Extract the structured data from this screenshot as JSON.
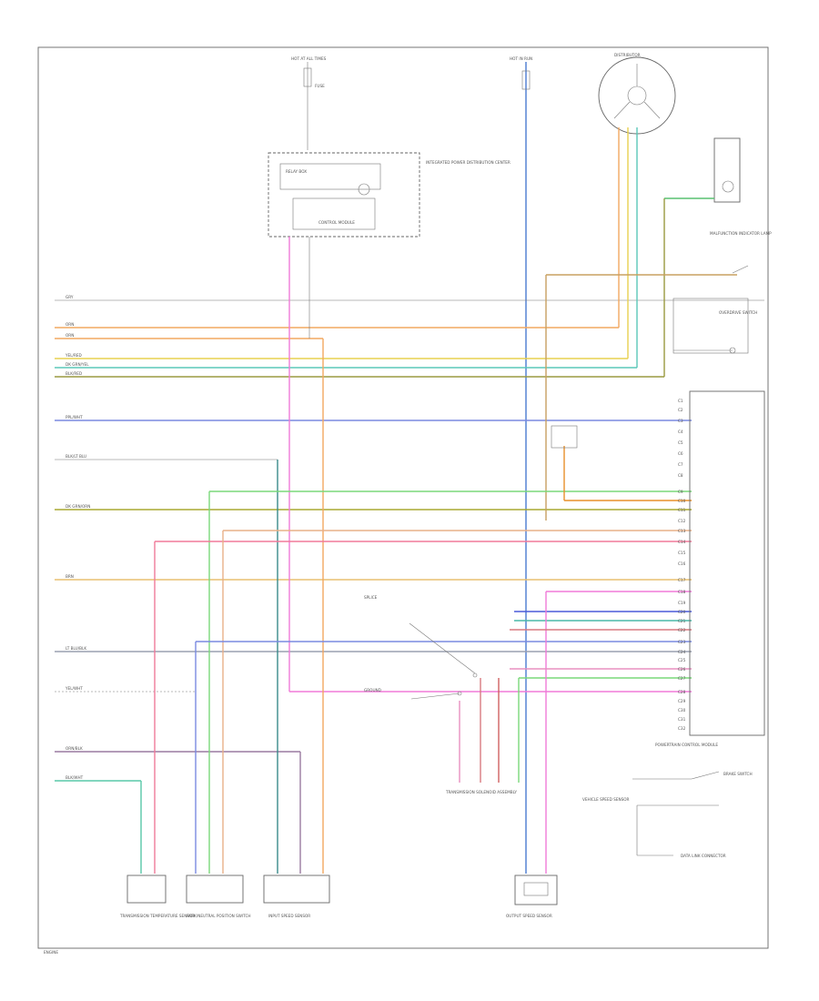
{
  "diagram": {
    "footer_code": "ENGINE",
    "components": {
      "ipdc": "INTEGRATED POWER DISTRIBUTION CENTER",
      "ipdc_inner": "RELAY BOX",
      "ipdc_control": "CONTROL MODULE",
      "pcm": "POWERTRAIN CONTROL MODULE",
      "distributor": "DISTRIBUTOR",
      "mil": "MALFUNCTION INDICATOR LAMP",
      "overdrive_switch": "OVERDRIVE SWITCH",
      "park_neutral": "PARK/NEUTRAL POSITION SWITCH",
      "trans_solenoid": "TRANSMISSION SOLENOID ASSEMBLY",
      "speed_sensor": "VEHICLE SPEED SENSOR",
      "output_sensor": "OUTPUT SPEED SENSOR",
      "input_sensor": "INPUT SPEED SENSOR",
      "trans_temp": "TRANSMISSION TEMPERATURE SENSOR",
      "brake_switch": "BRAKE SWITCH",
      "data_link": "DATA LINK CONNECTOR",
      "splice_a": "SPLICE",
      "ground_a": "GROUND"
    },
    "fuse_labels": {
      "left_fuse": "HOT AT ALL TIMES",
      "right_fuse": "HOT IN RUN"
    },
    "left_wires": [
      "GRY",
      "ORN",
      "ORN",
      "YEL/RED",
      "DK GRN/YEL",
      "BLK/RED",
      "PPL/WHT",
      "BLK/LT BLU",
      "DK GRN/ORN",
      "BRN",
      "LT BLU/BLK",
      "YEL/WHT",
      "ORN/BLK",
      "BLK/WHT"
    ],
    "pcm_pins": [
      "C1",
      "C2",
      "C3",
      "C4",
      "C5",
      "C6",
      "C7",
      "C8",
      "C9",
      "C10",
      "C11",
      "C12",
      "C13",
      "C14",
      "C15",
      "C16",
      "C17",
      "C18",
      "C19",
      "C20",
      "C21",
      "C22",
      "C23",
      "C24",
      "C25",
      "C26",
      "C27",
      "C28",
      "C29",
      "C30",
      "C31",
      "C32"
    ]
  }
}
